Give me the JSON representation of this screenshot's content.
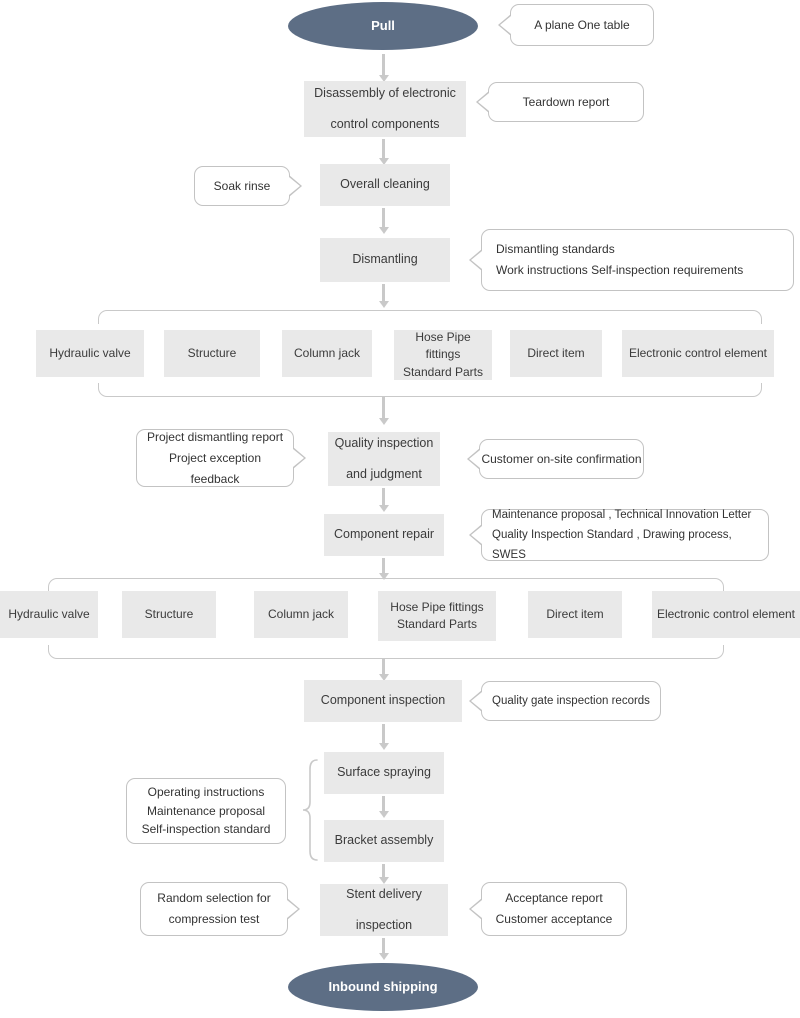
{
  "diagram": {
    "title": "Equipment Remanufacturing / Overhaul Process Flow",
    "colors": {
      "terminator_fill": "#5d6e85",
      "terminator_text": "#ffffff",
      "process_fill": "#e9e9e9",
      "process_text": "#3b3b3b",
      "callout_border": "#c3c3c3",
      "callout_fill": "#ffffff",
      "connector": "#c9c9c9",
      "background": "#ffffff"
    }
  },
  "nodes": {
    "start": {
      "label": "Pull",
      "shape": "ellipse"
    },
    "disassembly": {
      "label": "Disassembly of electronic\ncontrol components",
      "shape": "process"
    },
    "overall_cleaning": {
      "label": "Overall cleaning",
      "shape": "process"
    },
    "dismantling": {
      "label": "Dismantling",
      "shape": "process"
    },
    "quality_inspection": {
      "label": "Quality inspection\nand judgment",
      "shape": "process"
    },
    "component_repair": {
      "label": "Component repair",
      "shape": "process"
    },
    "component_inspection": {
      "label": "Component inspection",
      "shape": "process"
    },
    "surface_spraying": {
      "label": "Surface spraying",
      "shape": "process"
    },
    "bracket_assembly": {
      "label": "Bracket assembly",
      "shape": "process"
    },
    "stent_delivery": {
      "label": "Stent delivery\ninspection",
      "shape": "process"
    },
    "end": {
      "label": "Inbound shipping",
      "shape": "ellipse"
    }
  },
  "component_row_1": {
    "items": [
      {
        "label": "Hydraulic valve"
      },
      {
        "label": "Structure"
      },
      {
        "label": "Column jack"
      },
      {
        "label": "Hose  Pipe fittings\nStandard Parts"
      },
      {
        "label": "Direct item"
      },
      {
        "label": "Electronic control element"
      }
    ]
  },
  "component_row_2": {
    "items": [
      {
        "label": "Hydraulic valve"
      },
      {
        "label": "Structure"
      },
      {
        "label": "Column jack"
      },
      {
        "label": "Hose  Pipe fittings\nStandard Parts"
      },
      {
        "label": "Direct item"
      },
      {
        "label": "Electronic control element"
      }
    ]
  },
  "callouts": {
    "a_plane_one_table": {
      "text": "A plane One table",
      "side": "right"
    },
    "teardown_report": {
      "text": "Teardown report",
      "side": "right"
    },
    "soak_rinse": {
      "text": "Soak rinse",
      "side": "left"
    },
    "dismantling_standards": {
      "text": "Dismantling standards\nWork instructions   Self-inspection requirements",
      "side": "right"
    },
    "project_reports": {
      "text": "Project dismantling report\nProject exception feedback",
      "side": "left"
    },
    "customer_onsite": {
      "text": "Customer on-site confirmation",
      "side": "right"
    },
    "maintenance_docs": {
      "text": "Maintenance proposal , Technical Innovation Letter\nQuality Inspection Standard , Drawing process, SWES",
      "side": "right"
    },
    "quality_gate": {
      "text": "Quality gate inspection records",
      "side": "right"
    },
    "operating_instructions": {
      "text": "Operating instructions\nMaintenance proposal\nSelf-inspection standard",
      "side": "left"
    },
    "random_selection": {
      "text": "Random selection for\ncompression test",
      "side": "left"
    },
    "acceptance_report": {
      "text": "Acceptance report\nCustomer acceptance",
      "side": "right"
    }
  }
}
